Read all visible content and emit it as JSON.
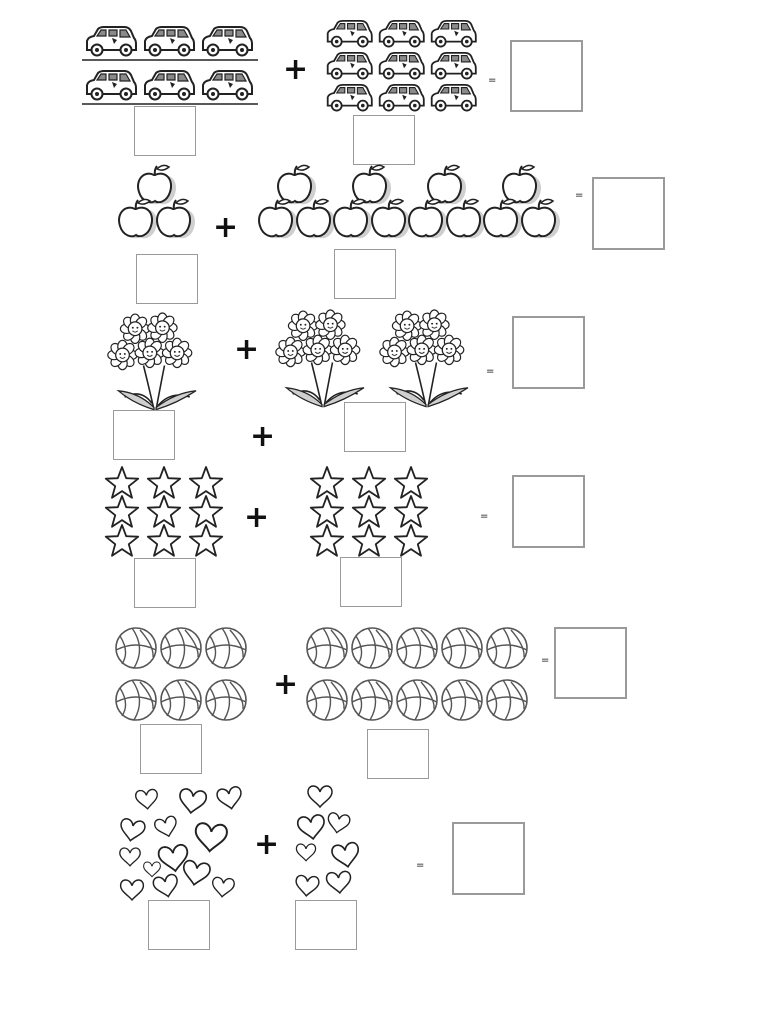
{
  "symbols": {
    "plus": "+",
    "equals": "="
  },
  "rows": [
    {
      "id": "cars",
      "left_count": 6,
      "right_count": 9,
      "picture": "car-icon"
    },
    {
      "id": "apples",
      "left_count": 3,
      "right_count": 12,
      "picture": "apple-icon"
    },
    {
      "id": "flowers",
      "left_count": 5,
      "right_count": 10,
      "picture": "flower-icon"
    },
    {
      "id": "stars",
      "left_count": 9,
      "right_count": 9,
      "picture": "star-icon"
    },
    {
      "id": "balls",
      "left_count": 6,
      "right_count": 10,
      "picture": "ball-icon"
    },
    {
      "id": "hearts",
      "left_count": 13,
      "right_count": 7,
      "picture": "heart-icon"
    }
  ],
  "colors": {
    "line": "#222222",
    "box_border": "#9a9a9a",
    "fill": "#ffffff",
    "shadow": "#cfcfcf"
  }
}
